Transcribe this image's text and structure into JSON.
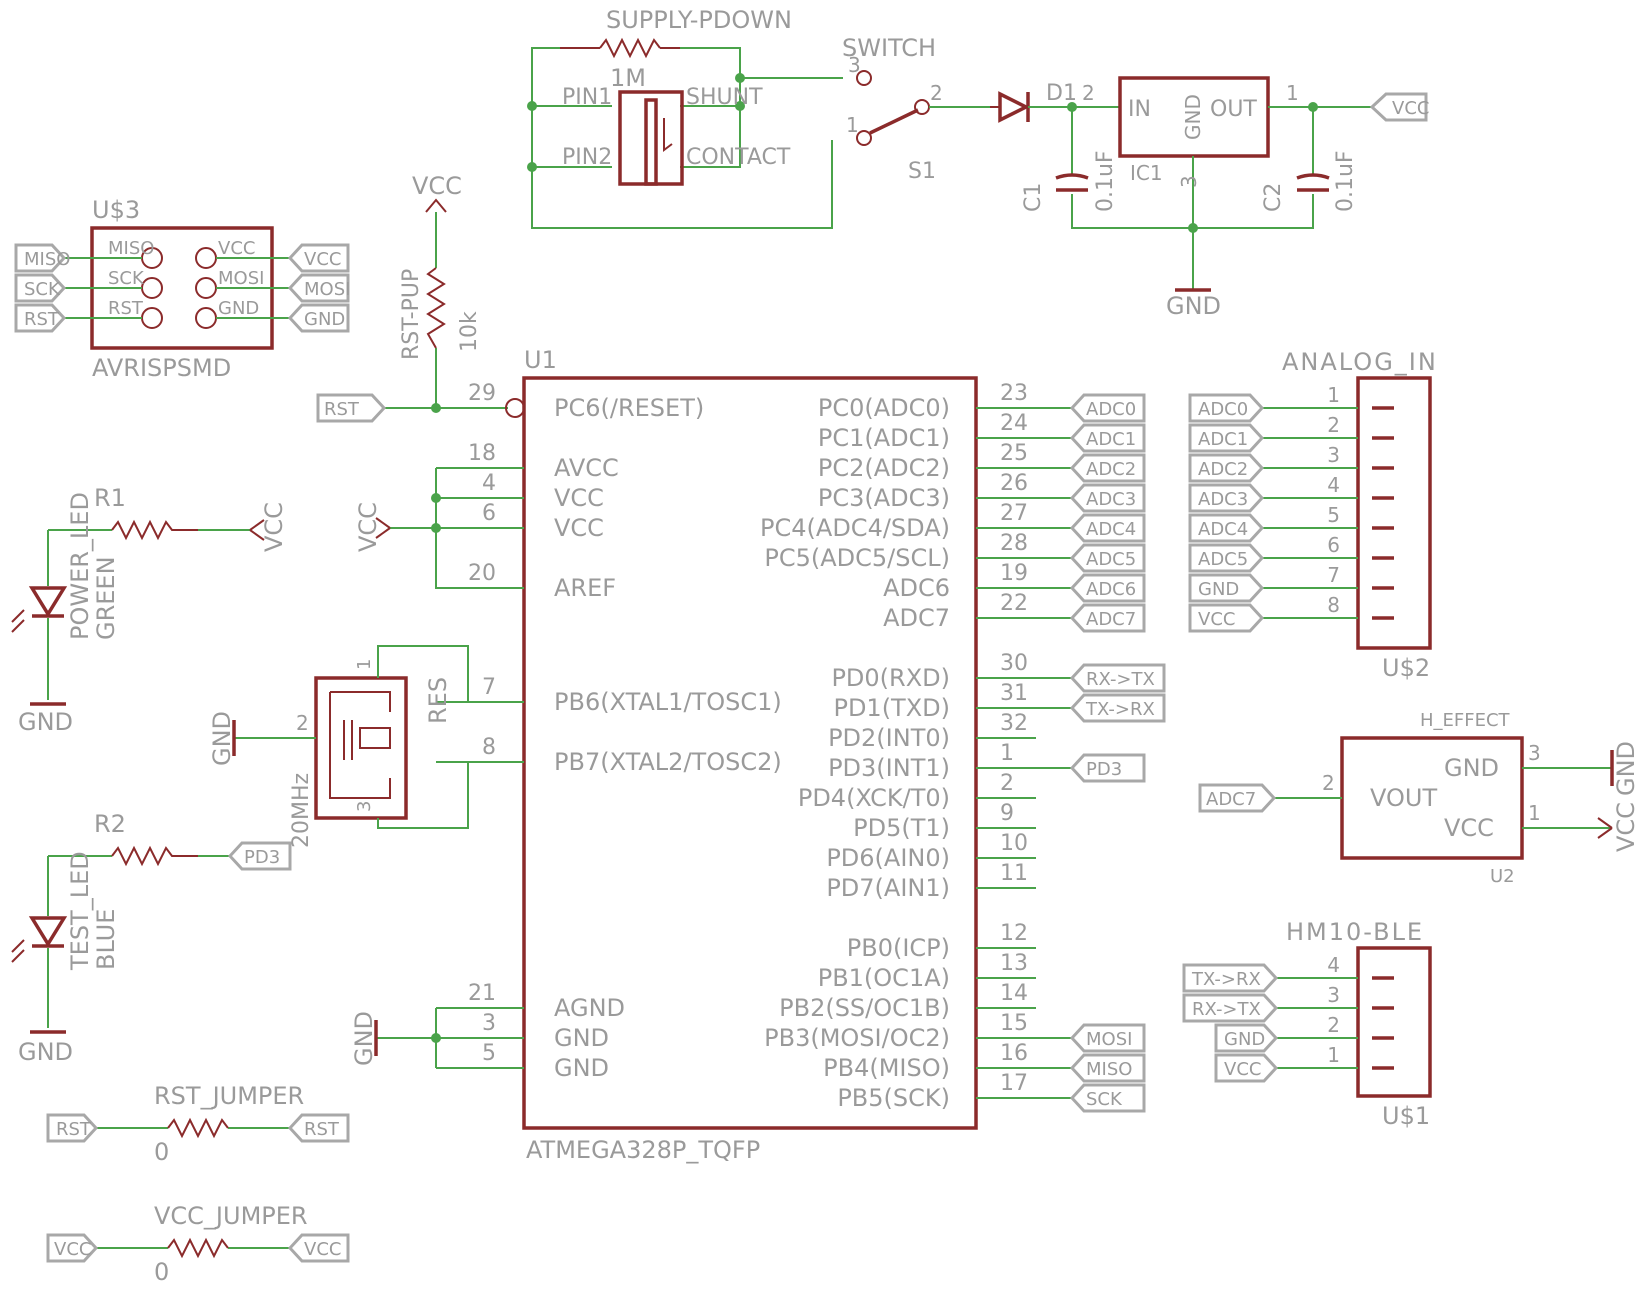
{
  "supply": {
    "ref": "SUPPLY-PDOWN",
    "value": "1M",
    "pins": [
      "PIN1",
      "PIN2",
      "SHUNT",
      "CONTACT"
    ],
    "switch_ref": "SWITCH",
    "switch_name": "S1",
    "switch_pins": [
      "3",
      "2",
      "1"
    ]
  },
  "regulator": {
    "diode": "D1",
    "ic": "IC1",
    "in": "IN",
    "gnd": "GND",
    "out": "OUT",
    "pin_in": "2",
    "pin_out": "1",
    "pin_gnd": "3",
    "c1": "C1",
    "c1_val": "0.1uF",
    "c2": "C2",
    "c2_val": "0.1uF",
    "gnd_label": "GND",
    "vcc_flag": "VCC"
  },
  "isp": {
    "ref": "U$3",
    "name": "AVRISPSMD",
    "left_pins": [
      "MISO",
      "SCK",
      "RST"
    ],
    "right_pins": [
      "VCC",
      "MOSI",
      "GND"
    ],
    "left_flags": [
      "MISO",
      "SCK",
      "RST"
    ],
    "right_flags": [
      "VCC",
      "MOSI",
      "GND"
    ]
  },
  "reset": {
    "vcc": "VCC",
    "ref": "RST-PUP",
    "value": "10k",
    "flag": "RST"
  },
  "mcu": {
    "ref": "U1",
    "name": "ATMEGA328P_TQFP",
    "left": [
      {
        "pin": "29",
        "label": "PC6(/RESET)"
      },
      {
        "pin": "18",
        "label": "AVCC"
      },
      {
        "pin": "4",
        "label": "VCC"
      },
      {
        "pin": "6",
        "label": "VCC"
      },
      {
        "pin": "20",
        "label": "AREF"
      },
      {
        "pin": "7",
        "label": "PB6(XTAL1/TOSC1)"
      },
      {
        "pin": "8",
        "label": "PB7(XTAL2/TOSC2)"
      },
      {
        "pin": "21",
        "label": "AGND"
      },
      {
        "pin": "3",
        "label": "GND"
      },
      {
        "pin": "5",
        "label": "GND"
      }
    ],
    "right": [
      {
        "pin": "23",
        "label": "PC0(ADC0)",
        "flag": "ADC0"
      },
      {
        "pin": "24",
        "label": "PC1(ADC1)",
        "flag": "ADC1"
      },
      {
        "pin": "25",
        "label": "PC2(ADC2)",
        "flag": "ADC2"
      },
      {
        "pin": "26",
        "label": "PC3(ADC3)",
        "flag": "ADC3"
      },
      {
        "pin": "27",
        "label": "PC4(ADC4/SDA)",
        "flag": "ADC4"
      },
      {
        "pin": "28",
        "label": "PC5(ADC5/SCL)",
        "flag": "ADC5"
      },
      {
        "pin": "19",
        "label": "ADC6",
        "flag": "ADC6"
      },
      {
        "pin": "22",
        "label": "ADC7",
        "flag": "ADC7"
      },
      {
        "pin": "30",
        "label": "PD0(RXD)",
        "flag": "RX->TX"
      },
      {
        "pin": "31",
        "label": "PD1(TXD)",
        "flag": "TX->RX"
      },
      {
        "pin": "32",
        "label": "PD2(INT0)",
        "flag": ""
      },
      {
        "pin": "1",
        "label": "PD3(INT1)",
        "flag": "PD3"
      },
      {
        "pin": "2",
        "label": "PD4(XCK/T0)",
        "flag": ""
      },
      {
        "pin": "9",
        "label": "PD5(T1)",
        "flag": ""
      },
      {
        "pin": "10",
        "label": "PD6(AIN0)",
        "flag": ""
      },
      {
        "pin": "11",
        "label": "PD7(AIN1)",
        "flag": ""
      },
      {
        "pin": "12",
        "label": "PB0(ICP)",
        "flag": ""
      },
      {
        "pin": "13",
        "label": "PB1(OC1A)",
        "flag": ""
      },
      {
        "pin": "14",
        "label": "PB2(SS/OC1B)",
        "flag": ""
      },
      {
        "pin": "15",
        "label": "PB3(MOSI/OC2)",
        "flag": "MOSI"
      },
      {
        "pin": "16",
        "label": "PB4(MISO)",
        "flag": "MISO"
      },
      {
        "pin": "17",
        "label": "PB5(SCK)",
        "flag": "SCK"
      }
    ],
    "vcc_label": "VCC",
    "gnd_label": "GND"
  },
  "power_led": {
    "ref": "R1",
    "net": "VCC",
    "name": "POWER_LED",
    "color": "GREEN",
    "gnd": "GND"
  },
  "test_led": {
    "ref": "R2",
    "net": "PD3",
    "name": "TEST_LED",
    "color": "BLUE",
    "gnd": "GND"
  },
  "crystal": {
    "ref": "RES",
    "value": "20MHz",
    "gnd": "GND",
    "pins": [
      "1",
      "2",
      "3"
    ]
  },
  "rst_jumper": {
    "ref": "RST_JUMPER",
    "value": "0",
    "flag_left": "RST",
    "flag_right": "RST"
  },
  "vcc_jumper": {
    "ref": "VCC_JUMPER",
    "value": "0",
    "flag_left": "VCC",
    "flag_right": "VCC"
  },
  "analog_in": {
    "ref": "ANALOG_IN",
    "name": "U$2",
    "pins": [
      {
        "n": "1",
        "flag": "ADC0"
      },
      {
        "n": "2",
        "flag": "ADC1"
      },
      {
        "n": "3",
        "flag": "ADC2"
      },
      {
        "n": "4",
        "flag": "ADC3"
      },
      {
        "n": "5",
        "flag": "ADC4"
      },
      {
        "n": "6",
        "flag": "ADC5"
      },
      {
        "n": "7",
        "flag": "GND"
      },
      {
        "n": "8",
        "flag": "VCC"
      }
    ]
  },
  "hall": {
    "ref": "H_EFFECT",
    "name": "U2",
    "vout": "VOUT",
    "gnd": "GND",
    "vcc": "VCC",
    "pin_vout": "2",
    "pin_gnd": "3",
    "pin_vcc": "1",
    "flag": "ADC7",
    "gnd_label": "GND",
    "vcc_label": "VCC"
  },
  "ble": {
    "ref": "HM10-BLE",
    "name": "U$1",
    "pins": [
      {
        "n": "4",
        "flag": "TX->RX"
      },
      {
        "n": "3",
        "flag": "RX->TX"
      },
      {
        "n": "2",
        "flag": "GND"
      },
      {
        "n": "1",
        "flag": "VCC"
      }
    ]
  },
  "colors": {
    "wire": "#4aa34a",
    "symbol": "#8b2b2b",
    "label": "#9a9a9a"
  }
}
